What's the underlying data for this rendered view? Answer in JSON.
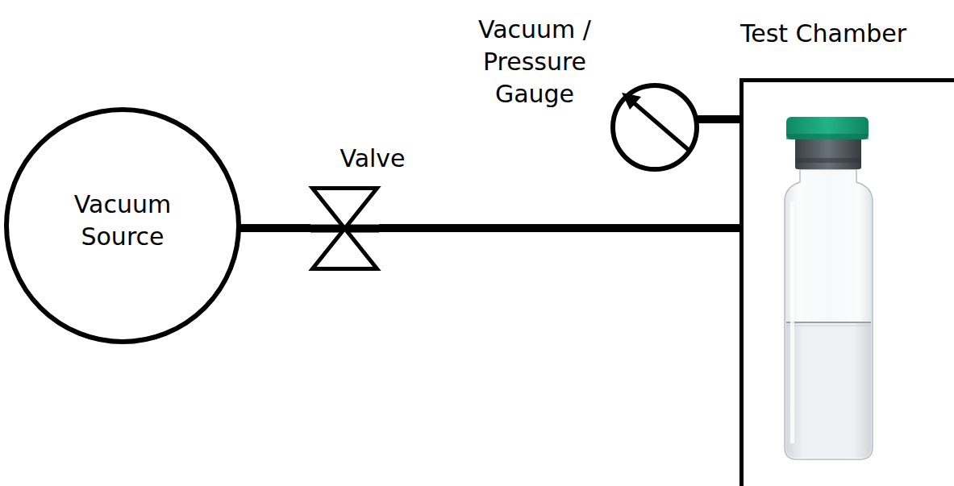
{
  "diagram": {
    "nodes": [
      {
        "text": [
          "Vacuum Source"
        ]
      },
      {
        "text": [
          "Valve"
        ]
      },
      {
        "text": [
          "Vacuum / Pressure Gauge"
        ]
      },
      {
        "text": [
          "Test Chamber"
        ]
      }
    ],
    "edges": [
      {
        "from": 0,
        "to": 1,
        "arrow": "none"
      },
      {
        "from": 1,
        "to": 3,
        "arrow": "none"
      },
      {
        "from": 2,
        "to": 3,
        "arrow": "none"
      }
    ]
  }
}
